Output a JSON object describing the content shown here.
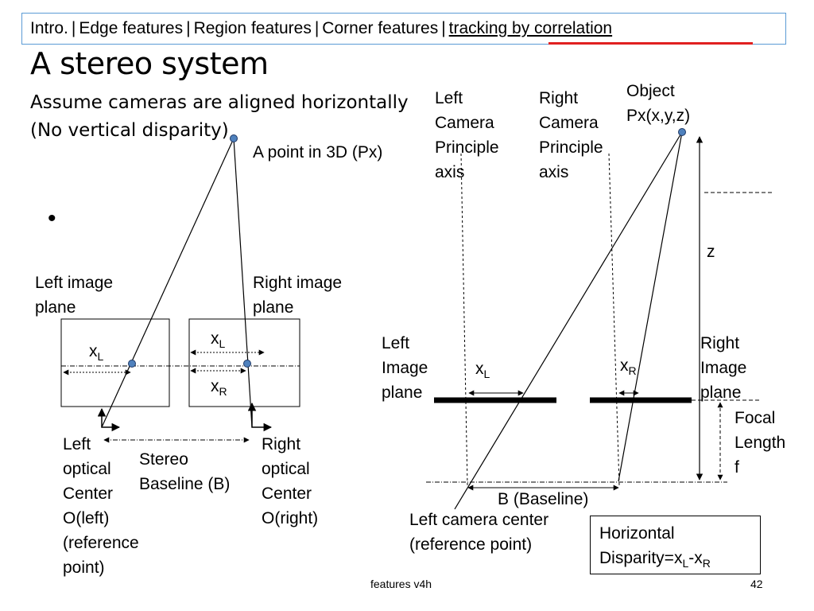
{
  "nav": {
    "items": [
      "Intro.",
      "Edge features",
      "Region features",
      "Corner features"
    ],
    "active": "tracking by correlation",
    "separator": "|"
  },
  "slide": {
    "title": "A stereo system",
    "subtitle": "Assume cameras are aligned horizontally\n(No vertical disparity)",
    "bullet": "•"
  },
  "left_diagram": {
    "point_label": "A point in 3D (Px)",
    "left_plane_label": "Left image\nplane",
    "right_plane_label": "Right image\nplane",
    "xl_left": "x",
    "xl_left_sub": "L",
    "xl_right": "x",
    "xl_right_sub": "L",
    "xr_right": "x",
    "xr_right_sub": "R",
    "left_center_label": "Left\noptical\nCenter\nO(left)\n(reference\npoint)",
    "baseline_label": "Stereo\nBaseline (B)",
    "right_center_label": "Right\noptical\nCenter\nO(right)"
  },
  "right_diagram": {
    "left_axis_label": "Left\nCamera\nPrinciple\naxis",
    "right_axis_label": "Right\nCamera\nPrinciple\naxis",
    "object_label": "Object\nPx(x,y,z)",
    "z_label": "z",
    "left_plane_label": "Left\nImage\nplane",
    "right_plane_label": "Right\nImage\nplane",
    "xl": "x",
    "xl_sub": "L",
    "xr": "x",
    "xr_sub": "R",
    "focal_label": "Focal\nLength\nf",
    "baseline_label": "B (Baseline)",
    "left_center_label": "Left camera center\n(reference point)",
    "disparity_prefix": "Horizontal",
    "disparity_formula": "Disparity=x",
    "disparity_sub1": "L",
    "disparity_minus": "-x",
    "disparity_sub2": "R"
  },
  "footer": {
    "text": "features v4h",
    "page": "42"
  },
  "colors": {
    "nav_border": "#5b9bd5",
    "nav_underline": "#e02020",
    "point_fill": "#4f81bd",
    "point_stroke": "#1f3864"
  }
}
